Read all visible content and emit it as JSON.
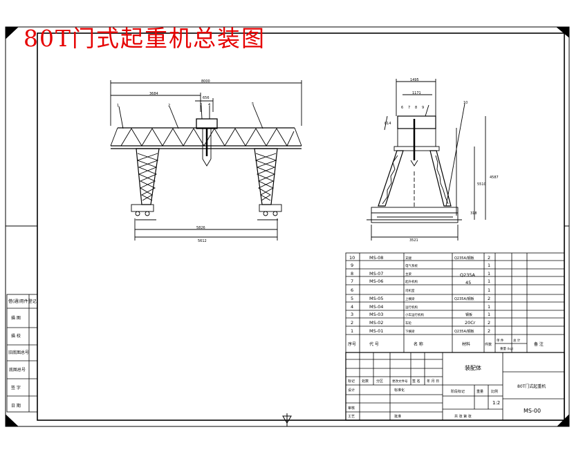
{
  "title": "80T门式起重机总装图",
  "front_view": {
    "dim_overall": "8000",
    "dim_left": "3684",
    "dim_small": "656",
    "dim_wheelbase_inner": "5826",
    "dim_wheelbase_outer": "5612",
    "balloons": [
      "1",
      "2",
      "3",
      "4",
      "5"
    ]
  },
  "side_view": {
    "dim_top": "1495",
    "dim_top2": "1171",
    "dim_height1": "5510",
    "dim_height2": "4587",
    "dim_small1": "814",
    "dim_small2": "318",
    "dim_base": "3521",
    "balloons": [
      "6",
      "7",
      "8",
      "9",
      "10"
    ]
  },
  "parts_table": {
    "rows": [
      {
        "no": "10",
        "code": "MS-08",
        "name": "支腿",
        "material": "Q235A/钢板",
        "qty": "2"
      },
      {
        "no": "9",
        "code": "",
        "name": "电气系统",
        "material": "",
        "qty": "1"
      },
      {
        "no": "8",
        "code": "MS-07",
        "name": "主梁",
        "material": "Q235A",
        "qty": "1"
      },
      {
        "no": "7",
        "code": "MS-06",
        "name": "起升机构",
        "material": "45",
        "qty": "1"
      },
      {
        "no": "6",
        "code": "",
        "name": "司机室",
        "material": "",
        "qty": "1"
      },
      {
        "no": "5",
        "code": "MS-05",
        "name": "上横梁",
        "material": "Q235A/钢板",
        "qty": "2"
      },
      {
        "no": "4",
        "code": "MS-04",
        "name": "运行机构",
        "material": "",
        "qty": "1"
      },
      {
        "no": "3",
        "code": "MS-03",
        "name": "小车运行机构",
        "material": "钢板",
        "qty": "1"
      },
      {
        "no": "2",
        "code": "MS-02",
        "name": "车轮",
        "material": "20Cr",
        "qty": "2"
      },
      {
        "no": "1",
        "code": "MS-01",
        "name": "下横梁",
        "material": "Q235A/钢板",
        "qty": "2"
      }
    ],
    "header": {
      "no": "序号",
      "code": "代 号",
      "name": "名 称",
      "material": "材料",
      "qty": "件数",
      "unit_w": "单 件",
      "total_w": "总 计",
      "weight": "重量 (kg)",
      "remark": "备 注"
    }
  },
  "title_block": {
    "assembly": "装配体",
    "machine": "80T门式起重机",
    "drawing_no": "MS-00",
    "scale": "1:2",
    "stage_label": "阶段标记",
    "weight_label": "重量",
    "scale_label": "比例",
    "row_labels": [
      "标记",
      "处数",
      "分区",
      "更改文件号",
      "签 名",
      "年 月 日"
    ],
    "design": "设计",
    "standard": "标准化",
    "check": "审核",
    "process": "工艺",
    "approve": "批准",
    "sheets": "共   张  第   张"
  },
  "side_panel": [
    "借(通)用件登记",
    "描 图",
    "描 校",
    "旧底图总号",
    "底图总号",
    "签 字",
    "日 期"
  ]
}
